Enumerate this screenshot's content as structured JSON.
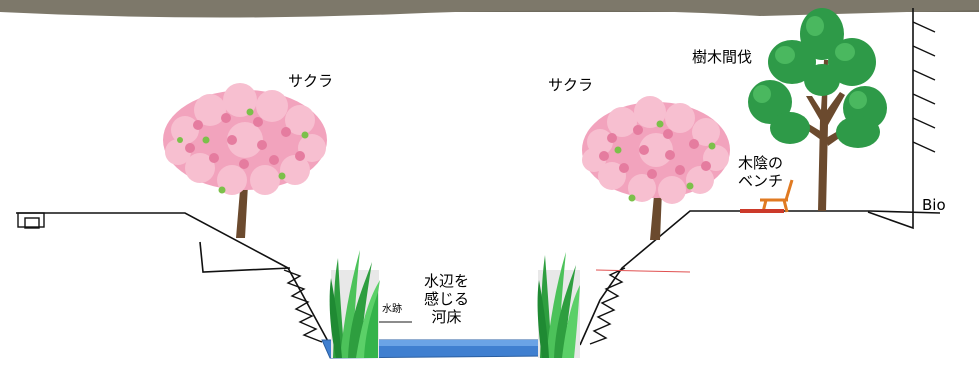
{
  "labels": {
    "sakura_left": "サクラ",
    "sakura_right": "サクラ",
    "thinning": "樹木間伐",
    "bench": [
      "木陰の",
      "ベンチ"
    ],
    "riverbed": [
      "水辺を",
      "感じる",
      "河床"
    ],
    "water_trace": "水跡",
    "bio": "Bio"
  },
  "colors": {
    "sky_strip": "#6f6b5e",
    "water": "#3f7fd0",
    "grass": "#34b34a",
    "sakura_pink": "#f2a3bd",
    "green_tree": "#2e9a48",
    "trunk": "#6b4a2e",
    "bench": "#e07a22",
    "line": "#111111"
  }
}
